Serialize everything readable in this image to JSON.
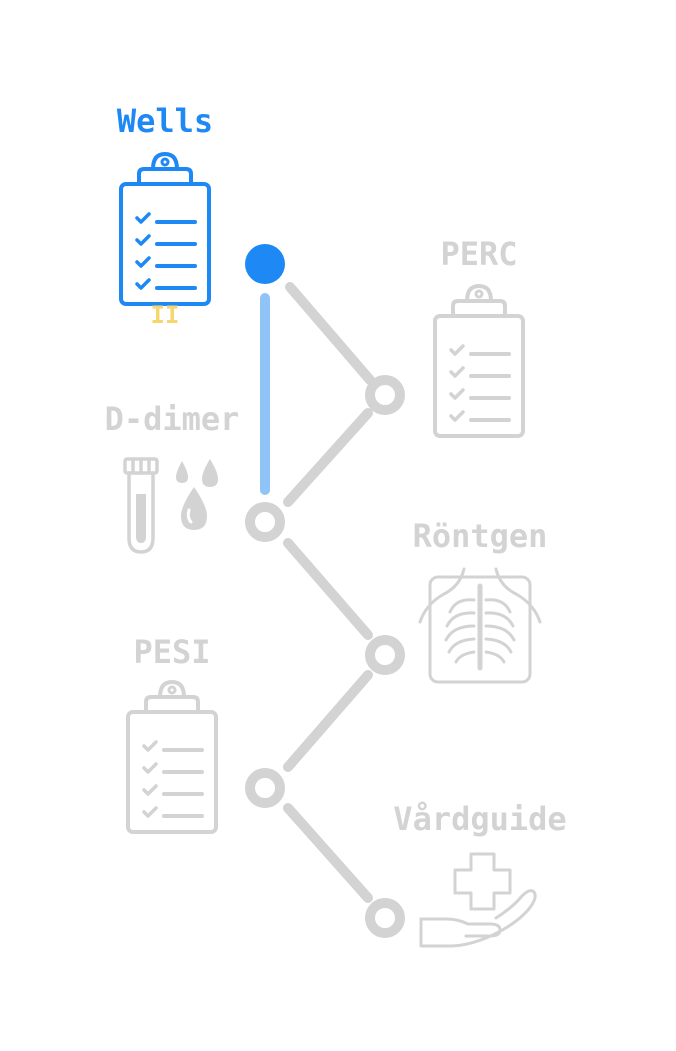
{
  "colors": {
    "active": "#1e88f5",
    "active_line": "#90c4f8",
    "inactive": "#d3d3d3",
    "badge": "#f5d76e"
  },
  "steps": [
    {
      "id": "wells",
      "label": "Wells",
      "icon": "clipboard-icon",
      "state": "active",
      "badge": "II"
    },
    {
      "id": "perc",
      "label": "PERC",
      "icon": "clipboard-icon",
      "state": "inactive"
    },
    {
      "id": "d-dimer",
      "label": "D-dimer",
      "icon": "test-tube-drops-icon",
      "state": "inactive"
    },
    {
      "id": "rontgen",
      "label": "Röntgen",
      "icon": "chest-xray-icon",
      "state": "inactive"
    },
    {
      "id": "pesi",
      "label": "PESI",
      "icon": "clipboard-icon",
      "state": "inactive"
    },
    {
      "id": "vardguide",
      "label": "Vårdguide",
      "icon": "hand-medical-cross-icon",
      "state": "inactive"
    }
  ]
}
